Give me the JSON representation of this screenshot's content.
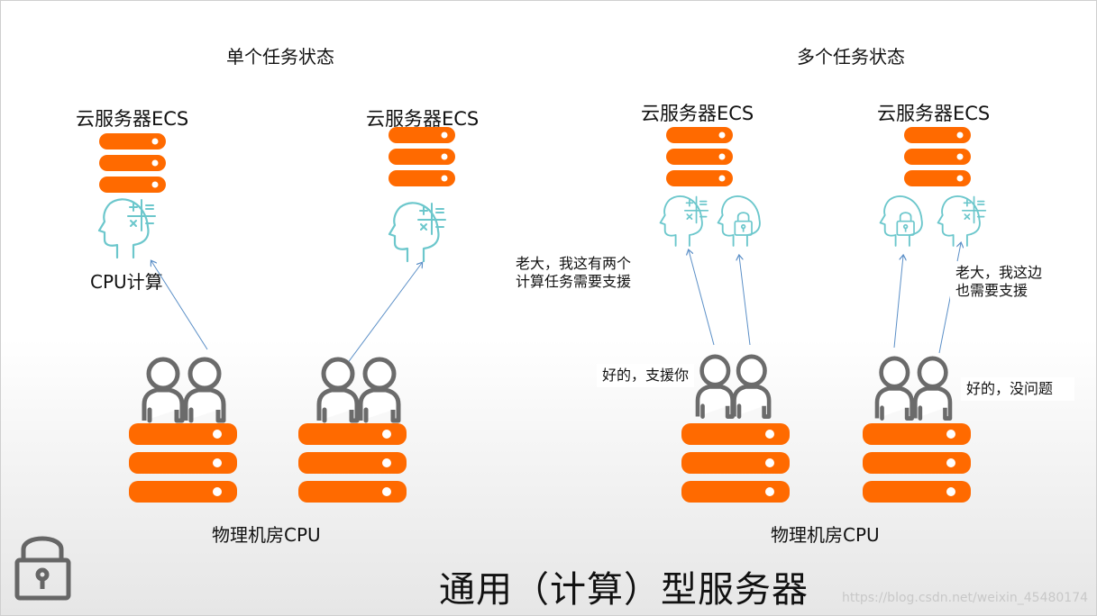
{
  "headings": {
    "single": "单个任务状态",
    "multi": "多个任务状态"
  },
  "ecs_label": "云服务器ECS",
  "cpu_compute": "CPU计算",
  "physical_label": "物理机房CPU",
  "bubbles": {
    "request1": [
      "老大，我这有两个",
      "计算任务需要支援"
    ],
    "reply1": "好的，支援你",
    "request2": [
      "老大，我这边",
      "也需要支援"
    ],
    "reply2": "好的，没问题"
  },
  "title": "通用（计算）型服务器",
  "watermark": "https://blog.csdn.net/weixin_45480174",
  "colors": {
    "server": "#ff6a00",
    "person": "#6b6b6b",
    "head": "#6cc7cc",
    "arrow": "#5b8fc7"
  },
  "icons": [
    "server-icon",
    "head-compute-icon",
    "head-lock-icon",
    "user-pair-icon",
    "padlock-icon"
  ]
}
